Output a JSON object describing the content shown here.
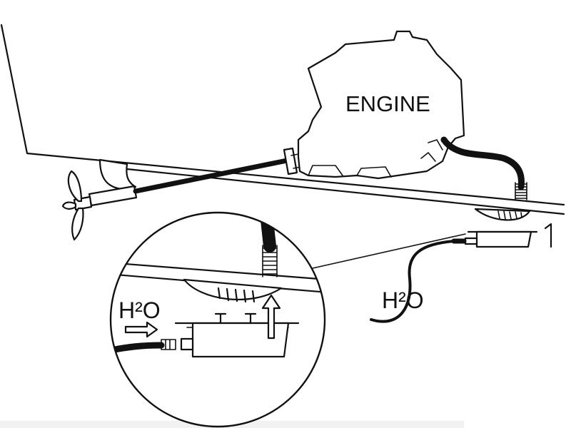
{
  "diagram": {
    "engine_label": "ENGINE",
    "water_label_main": "H²O",
    "water_label_detail": "H²O"
  },
  "colors": {
    "line": "#111111",
    "background": "#ffffff"
  },
  "icons": {
    "water_flow_arrow": "arrow-right-icon",
    "suction_arrow": "arrow-up-icon"
  }
}
